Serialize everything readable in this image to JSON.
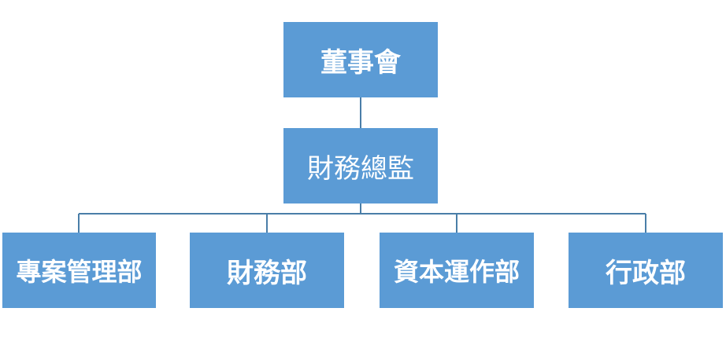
{
  "chart": {
    "root": {
      "label": "董事會"
    },
    "cfo": {
      "label": "財務總監"
    },
    "departments": [
      {
        "label": "專案管理部"
      },
      {
        "label": "財務部"
      },
      {
        "label": "資本運作部"
      },
      {
        "label": "行政部"
      }
    ]
  },
  "colors": {
    "node_fill": "#5b9bd5",
    "connector": "#4a7ea8",
    "text": "#ffffff"
  }
}
